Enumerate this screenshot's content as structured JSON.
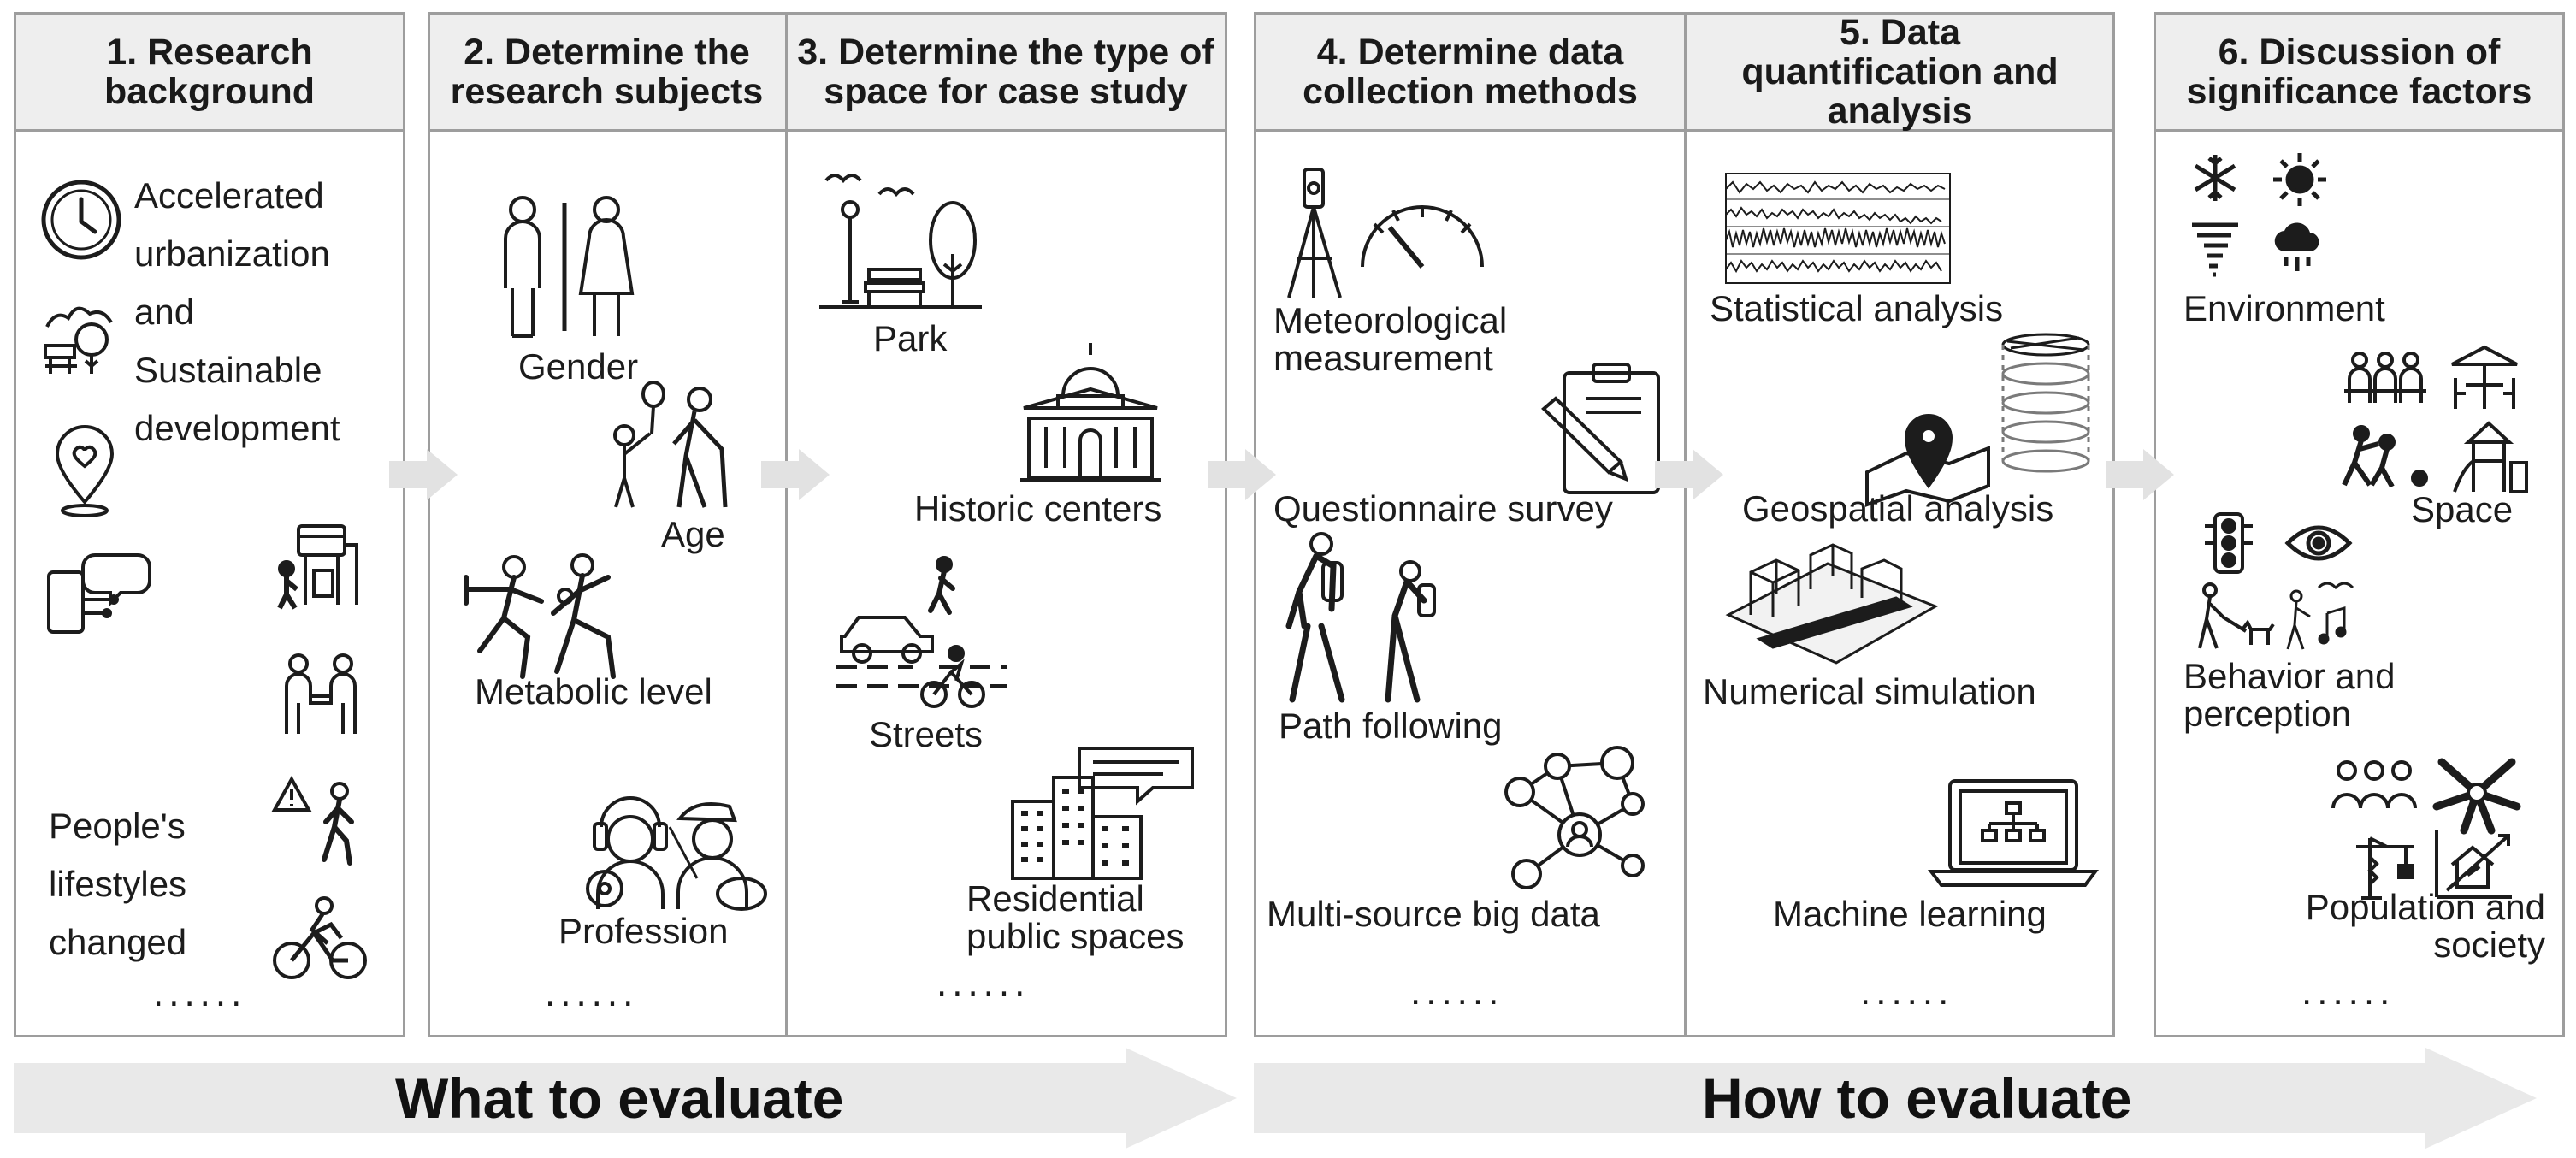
{
  "columns": [
    {
      "title": "1. Research background"
    },
    {
      "title": "2. Determine the research subjects"
    },
    {
      "title": "3. Determine the type of space for case study"
    },
    {
      "title": "4. Determine data collection methods"
    },
    {
      "title": "5. Data quantification and analysis"
    },
    {
      "title": "6. Discussion of significance factors"
    }
  ],
  "col1": {
    "urbanization": "Accelerated urbanization and Sustainable development",
    "lifestyles": "People's lifestyles changed",
    "ellipsis": "......"
  },
  "col2": {
    "gender": "Gender",
    "age": "Age",
    "metabolic": "Metabolic level",
    "profession": "Profession",
    "ellipsis": "......"
  },
  "col3": {
    "park": "Park",
    "historic": "Historic centers",
    "streets": "Streets",
    "residential": "Residential public spaces",
    "ellipsis": "......"
  },
  "col4": {
    "meteorological": "Meteorological measurement",
    "questionnaire": "Questionnaire survey",
    "path": "Path following",
    "bigdata": "Multi-source big data",
    "ellipsis": "......"
  },
  "col5": {
    "statistical": "Statistical analysis",
    "geospatial": "Geospatial analysis",
    "numerical": "Numerical simulation",
    "machine": "Machine learning",
    "ellipsis": "......"
  },
  "col6": {
    "environment": "Environment",
    "space": "Space",
    "behavior": "Behavior and perception",
    "population": "Population and society",
    "ellipsis": "......"
  },
  "arrows": {
    "what": "What to evaluate",
    "how": "How to evaluate"
  },
  "colors": {
    "border": "#9d9d9d",
    "header_bg": "#eeeeee",
    "arrow_bg": "#e9e9e9",
    "chevron": "#e2e2e2",
    "ink": "#1c1c1c"
  }
}
